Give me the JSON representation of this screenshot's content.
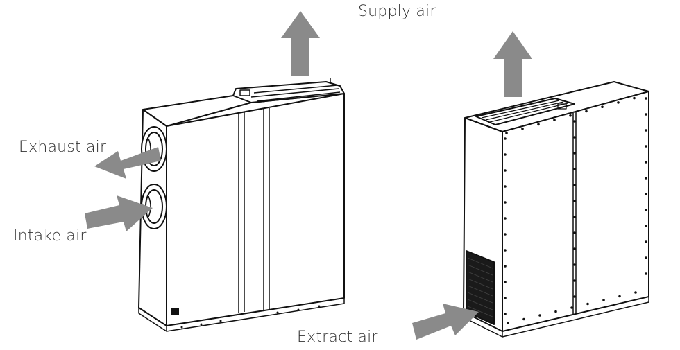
{
  "labels": {
    "supply_air": "Supply air",
    "exhaust_air": "Exhaust air",
    "intake_air": "Intake air",
    "extract_air": "Extract air"
  },
  "colors": {
    "arrow": "#8a8a8a",
    "line": "#111111",
    "grille": "#1a1a1a",
    "background": "#ffffff"
  },
  "units": [
    "front-view-unit",
    "rear-view-unit"
  ]
}
